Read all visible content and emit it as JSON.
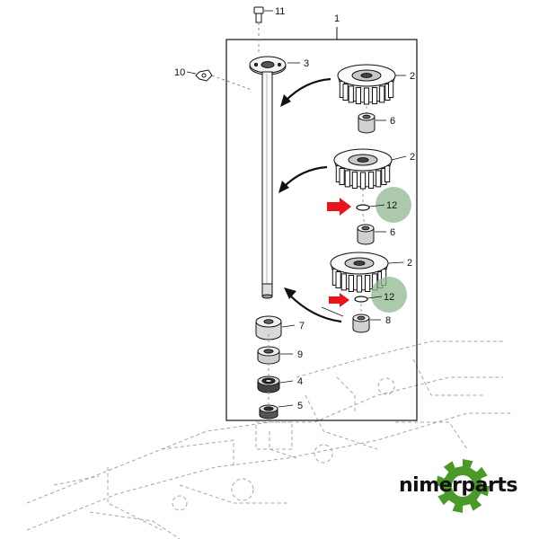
{
  "diagram": {
    "callouts": {
      "assembly": "1",
      "gear_top": "2",
      "gear_mid": "2",
      "gear_bottom": "2",
      "flange": "3",
      "bearing_4": "4",
      "bearing_5": "5",
      "bushing_top": "6",
      "bushing_mid": "6",
      "spacer_7": "7",
      "bushing_8": "8",
      "washer_9": "9",
      "nut_10": "10",
      "bolt_11": "11",
      "ring_upper": "12",
      "ring_lower": "12"
    },
    "colors": {
      "line": "#111111",
      "dashed": "#9a9a9a",
      "highlight": "#8fb88f",
      "arrow": "#e8141c",
      "logo_green": "#4a9a2a"
    }
  },
  "brand": {
    "logo_text": "nimerparts",
    "logo_icon": "gear-icon"
  }
}
